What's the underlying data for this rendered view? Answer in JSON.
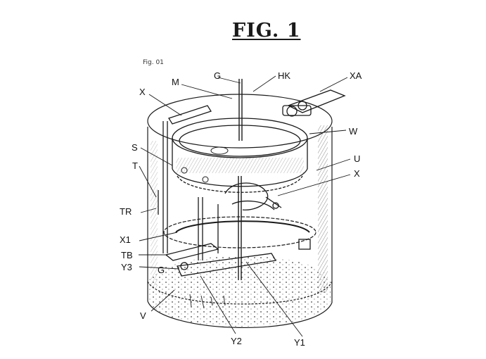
{
  "figure": {
    "title": "FIG. 1",
    "subtitle": "Fig. 01"
  },
  "labels": {
    "G_top": "G",
    "HK": "HK",
    "XA": "XA",
    "M": "M",
    "X_left": "X",
    "W": "W",
    "S": "S",
    "U": "U",
    "X_right": "X",
    "T": "T",
    "TR": "TR",
    "X1": "X1",
    "TB": "TB",
    "Y3": "Y3",
    "G_low": "G",
    "V": "V",
    "Y2": "Y2",
    "Y1": "Y1"
  },
  "colors": {
    "ink": "#1a1a1a",
    "hatch": "#555555",
    "paper": "#ffffff"
  }
}
